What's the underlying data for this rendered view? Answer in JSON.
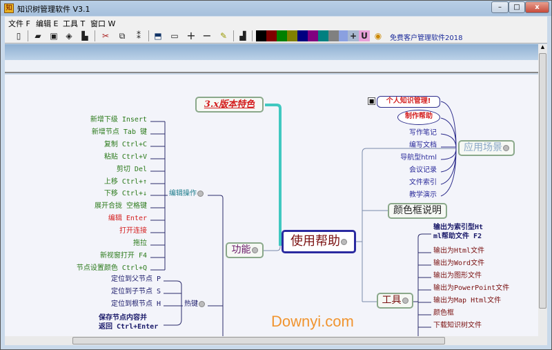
{
  "window": {
    "title": "知识树管理软件 V3.1",
    "minimize": "–",
    "maximize": "□",
    "close": "x"
  },
  "menu": [
    "文件 F",
    "编辑 E",
    "工具 T",
    "窗口 W"
  ],
  "toolbar": {
    "icons": [
      "new-file-icon",
      "open-folder-icon",
      "save-icon",
      "preview-icon",
      "save-as-icon",
      "cut-icon",
      "copy-icon",
      "paste-icon",
      "insert-node-icon",
      "window-icon",
      "expand-icon",
      "collapse-icon",
      "find-icon",
      "export-icon"
    ],
    "palette": [
      "#000000",
      "#800000",
      "#008000",
      "#808000",
      "#000080",
      "#800080",
      "#008080",
      "#808080",
      "#8aa0e0",
      "#ff0000"
    ],
    "plus": "+",
    "underline": "U",
    "promo": "免费客户管理软件2018"
  },
  "mindmap": {
    "root": "使用帮助",
    "feature_node": "3.x版本特色",
    "function_node": "功能",
    "edit_ops": {
      "label": "编辑操作",
      "items": [
        "新增下级 Insert",
        "新增节点 Tab 键",
        "复制 Ctrl+C",
        "粘贴 Ctrl+V",
        "剪切 Del",
        "上移 Ctrl+↑",
        "下移 Ctrl+↓",
        "展开合拢 空格键",
        "编辑 Enter",
        "打开连接",
        "拖拉",
        "新视窗打开 F4",
        "节点设置颜色 Ctrl+Q"
      ]
    },
    "hotkeys": {
      "label": "热键",
      "items": [
        "定位到父节点 P",
        "定位到子节点 S",
        "定位到根节点 H"
      ],
      "bold_line1": "保存节点内容并",
      "bold_line2": "返回 Ctrl+Enter"
    },
    "scenarios": {
      "label": "应用场景",
      "items": [
        "个人知识管理!",
        "制作帮助",
        "写作笔记",
        "编写文档",
        "导航型html",
        "会议记录",
        "文件索引",
        "教学演示"
      ]
    },
    "color_box": "颜色框说明",
    "tools": {
      "label": "工具",
      "bold_line1": "输出为索引型Ht",
      "bold_line2": "ml帮助文件 F2",
      "items": [
        "输出为Html文件",
        "输出为Word文件",
        "输出为图形文件",
        "输出为PowerPoint文件",
        "输出为Map Html文件",
        "颜色框",
        "下载知识树文件"
      ]
    }
  },
  "watermark": "Downyi.com"
}
